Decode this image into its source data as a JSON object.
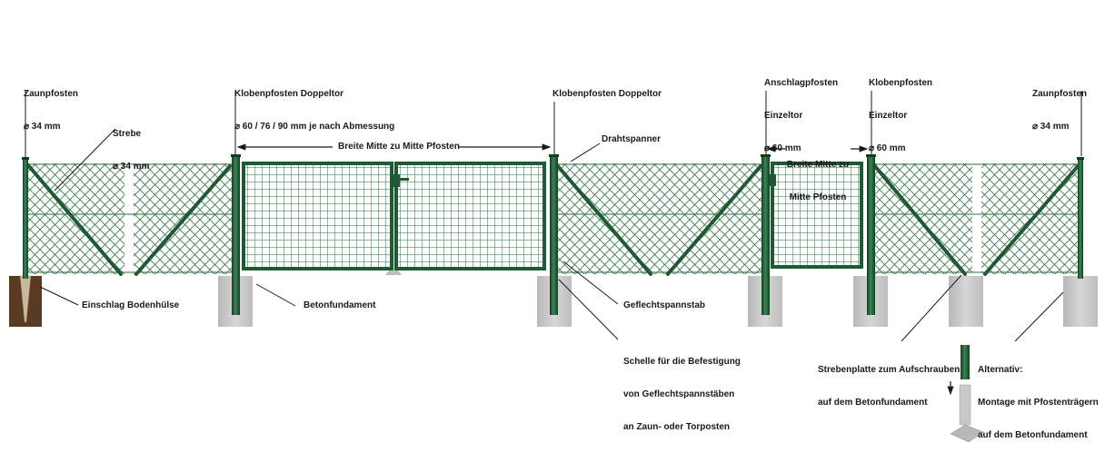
{
  "labels": {
    "zaunpfosten_left_title": "Zaunpfosten",
    "zaunpfosten_left_dim": "⌀ 34 mm",
    "strebe_title": "Strebe",
    "strebe_dim": "⌀ 34 mm",
    "klobenpfosten_doppeltor_title": "Klobenpfosten Doppeltor",
    "klobenpfosten_doppeltor_dim": "⌀ 60 / 76 / 90 mm je nach Abmessung",
    "klobenpfosten_doppeltor_right": "Klobenpfosten Doppeltor",
    "anschlagpfosten_title": "Anschlagpfosten",
    "anschlagpfosten_sub": "Einzeltor",
    "anschlagpfosten_dim": "⌀ 60 mm",
    "klobenpfosten_einzeltor_title": "Klobenpfosten",
    "klobenpfosten_einzeltor_sub": "Einzeltor",
    "klobenpfosten_einzeltor_dim": "⌀ 60 mm",
    "zaunpfosten_right_title": "Zaunpfosten",
    "zaunpfosten_right_dim": "⌀ 34 mm",
    "breite_doppeltor": "Breite Mitte zu Mitte Pfosten",
    "breite_einzeltor_line1": "Breite Mitte zu",
    "breite_einzeltor_line2": "Mitte Pfosten",
    "drahtspanner": "Drahtspanner",
    "einschlag_bodenhuelse": "Einschlag Bodenhülse",
    "betonfundament": "Betonfundament",
    "geflechtspannstab": "Geflechtspannstab",
    "schelle_line1": "Schelle für die Befestigung",
    "schelle_line2": "von Geflechtspannstäben",
    "schelle_line3": "an Zaun- oder Torposten",
    "strebenplatte_line1": "Strebenplatte zum Aufschrauben",
    "strebenplatte_line2": "auf dem Betonfundament",
    "alternativ_line1": "Alternativ:",
    "alternativ_line2": "Montage mit Pfostenträgern",
    "alternativ_line3": "auf dem Betonfundament"
  },
  "colors": {
    "post_green": "#1f5a34",
    "mesh_green": "#2e6b40",
    "concrete": "#c9c9c9",
    "soil": "#5b3a22",
    "text": "#1a1a1a"
  }
}
